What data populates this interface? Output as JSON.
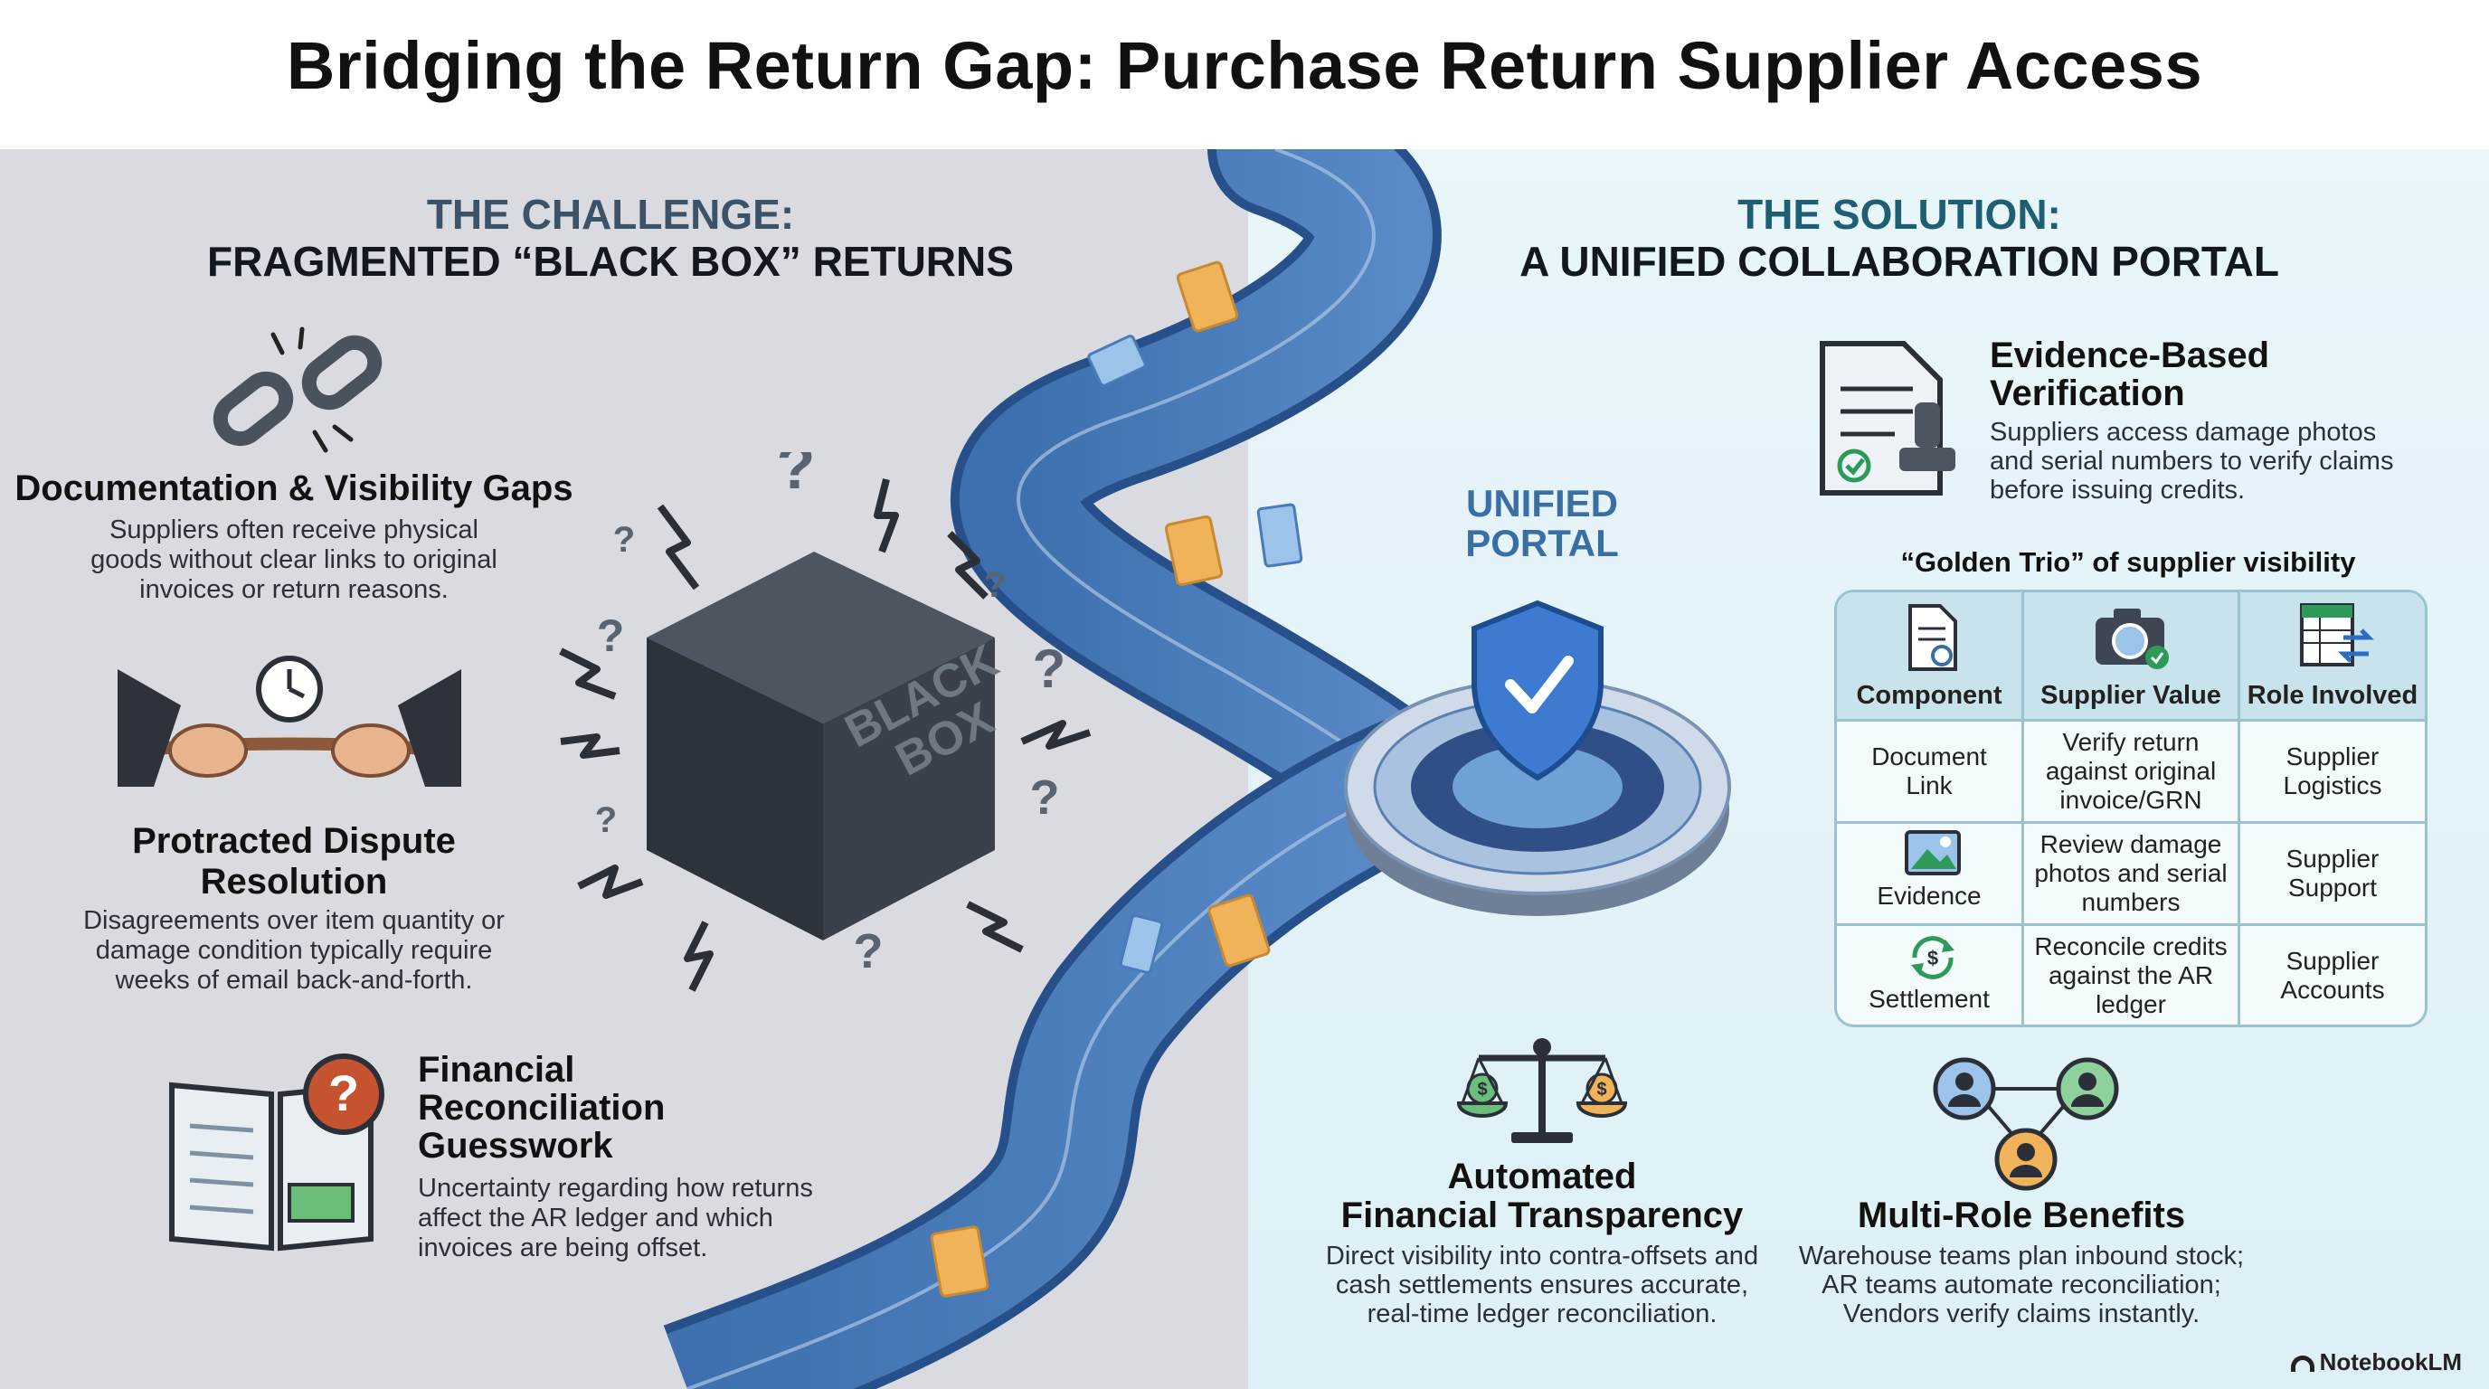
{
  "title": "Bridging the Return Gap: Purchase Return Supplier Access",
  "challenge": {
    "heading_line1": "THE CHALLENGE:",
    "heading_line2": "FRAGMENTED “BLACK BOX” RETURNS",
    "items": [
      {
        "title": "Documentation & Visibility Gaps",
        "icon": "broken-chain-icon",
        "text": [
          "Suppliers often receive physical",
          "goods without clear links to original",
          "invoices or return reasons."
        ]
      },
      {
        "title_lines": [
          "Protracted Dispute",
          "Resolution"
        ],
        "icon": "tug-of-war-icon",
        "text": [
          "Disagreements over item quantity or",
          "damage condition typically require",
          "weeks of email back-and-forth."
        ]
      },
      {
        "title_lines": [
          "Financial",
          "Reconciliation",
          "Guesswork"
        ],
        "icon": "torn-ledger-icon",
        "text": [
          "Uncertainty regarding how returns",
          "affect the AR ledger and which",
          "invoices are being offset."
        ]
      }
    ],
    "box_label": [
      "BLACK",
      "BOX"
    ]
  },
  "portal": {
    "label_line1": "UNIFIED",
    "label_line2": "PORTAL"
  },
  "solution": {
    "heading_line1": "THE SOLUTION:",
    "heading_line2": "A UNIFIED COLLABORATION PORTAL",
    "evidence": {
      "title_lines": [
        "Evidence-Based",
        "Verification"
      ],
      "icon": "document-stamp-icon",
      "text": [
        "Suppliers access damage photos",
        "and serial numbers to verify claims",
        "before issuing credits."
      ]
    },
    "trio_title": "“Golden Trio” of supplier visibility",
    "table": {
      "headers": [
        "Component",
        "Supplier Value",
        "Role Involved"
      ],
      "rows": [
        {
          "component": [
            "Document",
            "Link"
          ],
          "value": [
            "Verify return",
            "against original",
            "invoice/GRN"
          ],
          "role": [
            "Supplier",
            "Logistics"
          ]
        },
        {
          "component": [
            "Evidence"
          ],
          "value": [
            "Review damage",
            "photos and serial",
            "numbers"
          ],
          "role": [
            "Supplier",
            "Support"
          ]
        },
        {
          "component": [
            "Settlement"
          ],
          "value": [
            "Reconcile credits",
            "against the AR",
            "ledger"
          ],
          "role": [
            "Supplier",
            "Accounts"
          ]
        }
      ]
    },
    "financial": {
      "title_lines": [
        "Automated",
        "Financial Transparency"
      ],
      "icon": "scales-icon",
      "text": [
        "Direct visibility into contra-offsets and",
        "cash settlements ensures accurate,",
        "real-time ledger reconciliation."
      ]
    },
    "multirole": {
      "title": "Multi-Role Benefits",
      "icon": "users-network-icon",
      "text": [
        "Warehouse teams plan inbound stock;",
        "AR teams automate reconciliation;",
        "Vendors verify claims instantly."
      ]
    }
  },
  "branding": "NotebookLM",
  "colors": {
    "road": "#4a7ab8",
    "road_edge": "#2f5a93",
    "accent_teal": "#1f5f73",
    "doc_orange": "#f0b35a"
  }
}
